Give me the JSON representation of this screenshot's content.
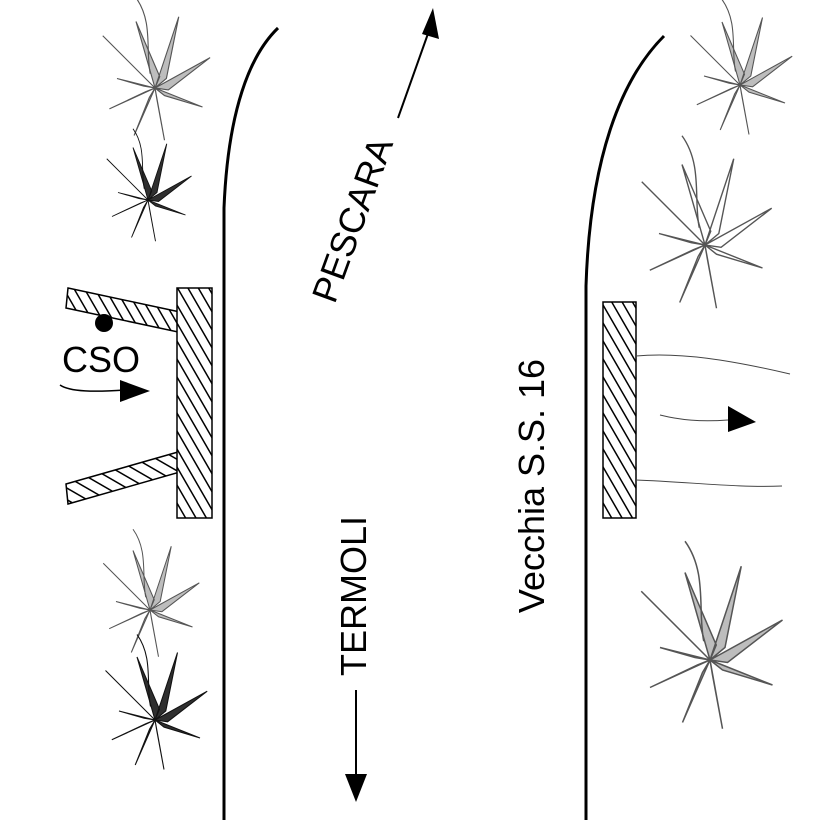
{
  "labels": {
    "pescara": "PESCARA",
    "termoli": "TERMOLI",
    "road": "Vecchia S.S. 16",
    "cso": "CSO"
  },
  "colors": {
    "stroke": "#000000",
    "plant_dark": "#2f2f2f",
    "plant_light": "#bdbdbd",
    "plant_white": "#ffffff"
  },
  "icons": {
    "plant": "agave-plant-icon",
    "arrow": "flow-arrow-icon",
    "point": "cso-point-icon"
  }
}
